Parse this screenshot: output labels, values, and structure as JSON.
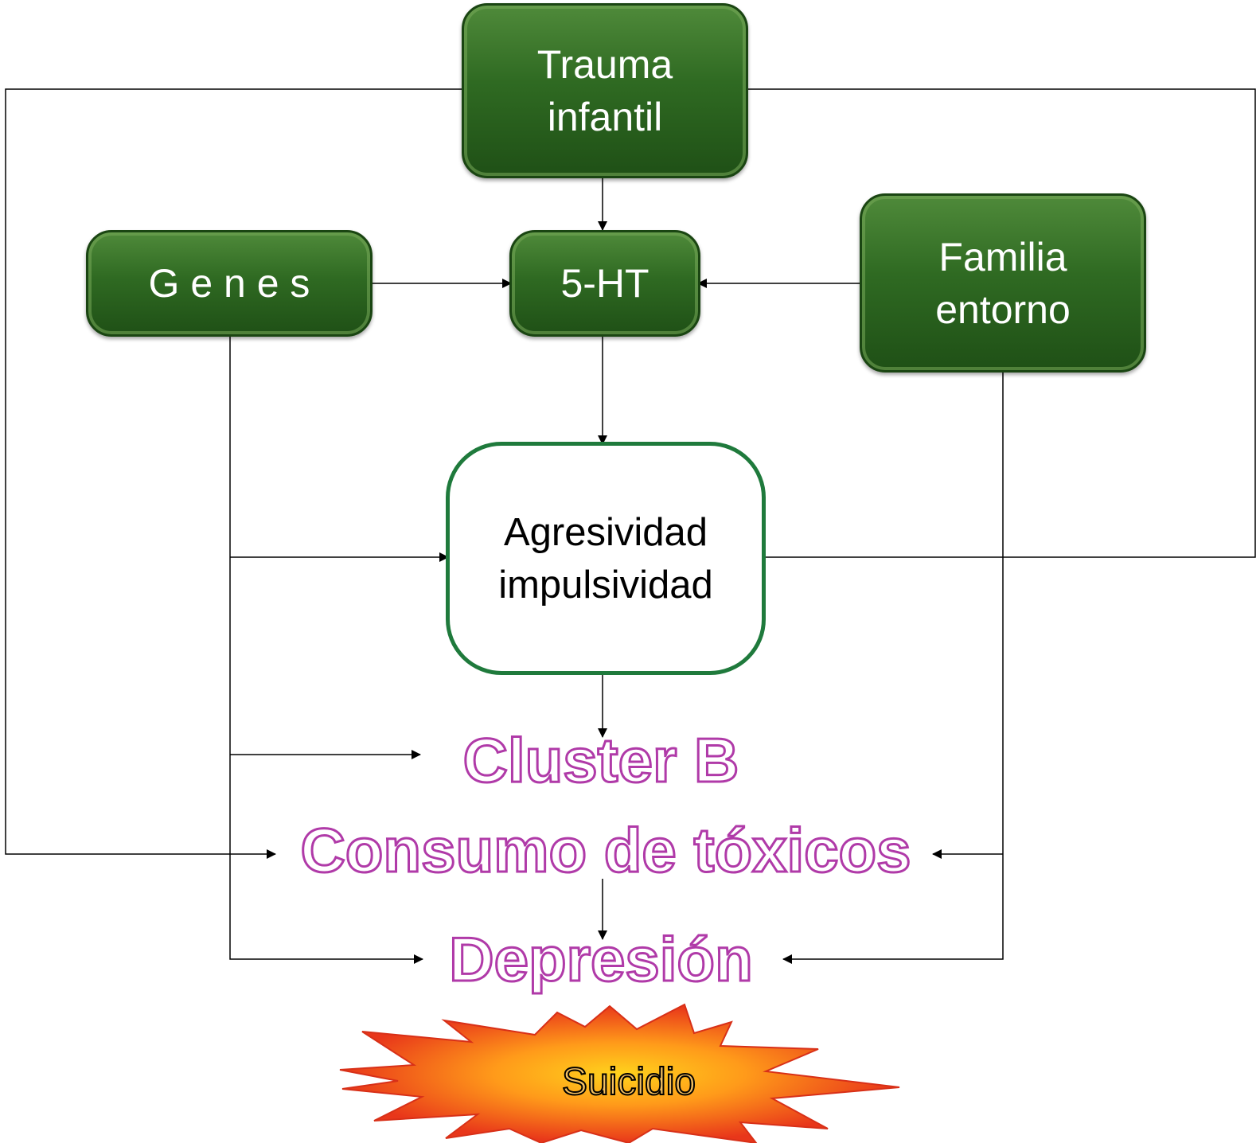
{
  "nodes": {
    "trauma": "Trauma\ninfantil",
    "genes": "G e n e s",
    "serotonin": "5-HT",
    "familia": "Familia\nentorno",
    "agresividad": "Agresividad\nimpulsividad",
    "cluster_b": "Cluster B",
    "consumo": "Consumo de tóxicos",
    "depresion": "Depresión",
    "suicidio": "Suicidio"
  },
  "colors": {
    "box_green": "#2f6a22",
    "box_border_green": "#1f7a3c",
    "outcome_magenta": "#b03aa8",
    "burst_outer": "#e83a1a",
    "burst_inner": "#ffc21c",
    "line": "#000000"
  }
}
